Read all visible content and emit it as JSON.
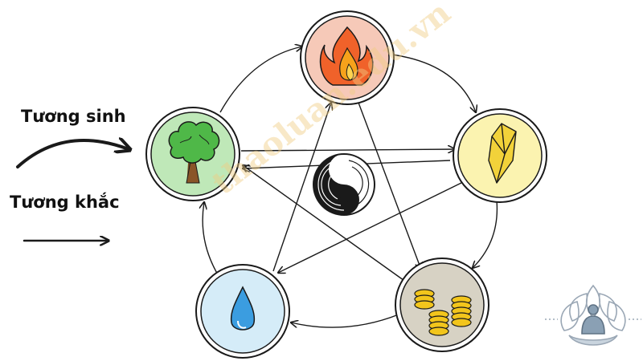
{
  "legend": {
    "generating_label": "Tương sinh",
    "overcoming_label": "Tương khắc"
  },
  "watermark": "thaoluan.edu.vn",
  "elements": [
    {
      "id": "fire",
      "icon": "flame-icon",
      "fill": "#f6c9b8"
    },
    {
      "id": "metal",
      "icon": "crystal-icon",
      "fill": "#fbf3b0"
    },
    {
      "id": "earth",
      "icon": "coins-icon",
      "fill": "#d7d2c4"
    },
    {
      "id": "water",
      "icon": "water-drop-icon",
      "fill": "#d5ecf8"
    },
    {
      "id": "wood",
      "icon": "tree-icon",
      "fill": "#bfe8b8"
    }
  ],
  "center_icon": "yin-yang-icon",
  "logo_icon": "buddha-lotus-logo-icon",
  "colors": {
    "ink": "#1a1a1a",
    "watermark": "#f0cd82",
    "logo": "#9aa7b5"
  }
}
